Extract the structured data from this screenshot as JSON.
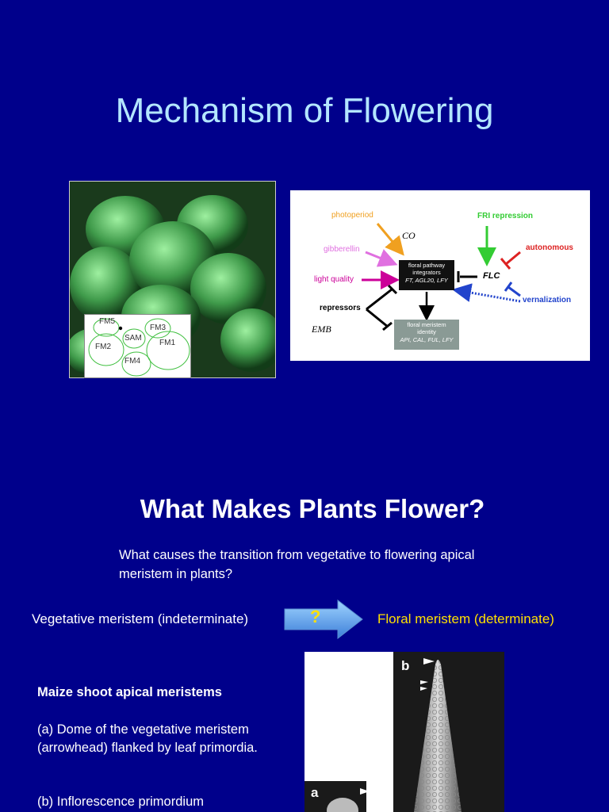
{
  "slide1": {
    "title": "Mechanism of Flowering",
    "micrograph_labels": [
      "FM5",
      "FM3",
      "SAM",
      "FM2",
      "FM1",
      "FM4"
    ],
    "pathway": {
      "photoperiod": "photoperiod",
      "co": "CO",
      "gibberellin": "gibberellin",
      "light_quality": "light quality",
      "repressors": "repressors",
      "emb": "EMB",
      "fri": "FRI repression",
      "autonomous": "autonomous",
      "flc": "FLC",
      "vernalization": "vernalization",
      "integrators_line1": "floral pathway",
      "integrators_line2": "integrators",
      "integrators_line3": "FT, AGL20, LFY",
      "identity_line1": "floral meristem",
      "identity_line2": "identity",
      "identity_line3": "API, CAL, FUL, LFY"
    }
  },
  "slide2": {
    "title": "What Makes Plants Flower?",
    "question": "What causes the transition from vegetative to flowering apical meristem in plants?",
    "vegetative": "Vegetative meristem (indeterminate)",
    "arrow_label": "?",
    "floral": "Floral meristem (determinate)",
    "maize_title": "Maize shoot apical meristems",
    "caption_a": "(a) Dome of the vegetative meristem (arrowhead) flanked by leaf primordia.",
    "caption_b": "(b) Inflorescence primordium",
    "panel_a": "a",
    "panel_b": "b"
  },
  "colors": {
    "background": "#00008b",
    "title": "#b3e6ff",
    "floral_text": "#ffe000",
    "photoperiod": "#f0a020",
    "gibberellin": "#e070e0",
    "light_quality": "#cc0099",
    "fri": "#33cc33",
    "autonomous": "#dd2222",
    "vernalization": "#2244cc"
  }
}
